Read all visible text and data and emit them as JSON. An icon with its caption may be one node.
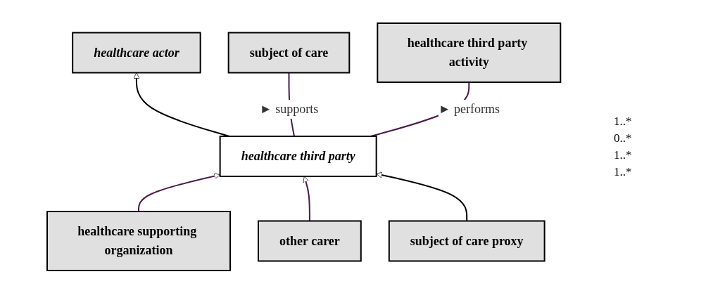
{
  "diagram": {
    "nodes": [
      {
        "text": [
          "healthcare actor"
        ]
      },
      {
        "text": [
          "healthcare third party"
        ]
      },
      {
        "text": [
          "subject of care"
        ]
      },
      {
        "text": [
          "healthcare third party activity"
        ]
      },
      {
        "text": [
          "healthcare supporting organization"
        ]
      },
      {
        "text": [
          "other carer"
        ]
      },
      {
        "text": [
          "subject of care proxy"
        ]
      }
    ],
    "edges": [
      {
        "from": 1,
        "to": 0,
        "arrow": "to",
        "color": "#000000"
      },
      {
        "from": 1,
        "to": 2,
        "arrow": "none",
        "label": "► supports"
      },
      {
        "from": 1,
        "to": 3,
        "arrow": "none",
        "label": "► performs"
      },
      {
        "from": 4,
        "to": 1,
        "arrow": "to"
      },
      {
        "from": 5,
        "to": 1,
        "arrow": "to"
      },
      {
        "from": 6,
        "to": 1,
        "arrow": "to",
        "color": "#000000"
      }
    ],
    "labels": [
      "1..*",
      "0..*",
      "1..*",
      "1..*"
    ]
  }
}
